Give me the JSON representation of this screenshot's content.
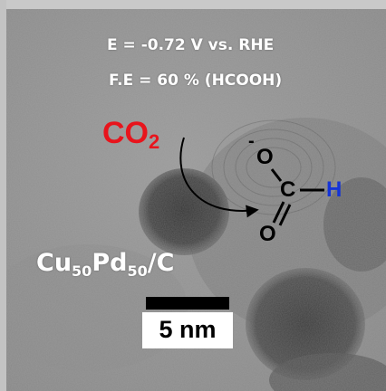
{
  "caption": {
    "potential": "E = -0.72 V vs. RHE",
    "faradaic_efficiency": "F.E = 60 % (HCOOH)"
  },
  "reactant": {
    "base": "CO",
    "subscript": "2",
    "color": "#e8141c"
  },
  "product": {
    "carbon": "C",
    "oxygen_top": "O",
    "oxygen_bottom": "O",
    "hydrogen": "H",
    "charge": "-",
    "hydrogen_color": "#1434d8",
    "bond_color": "#000000"
  },
  "material": {
    "el1": "Cu",
    "sub1": "50",
    "el2": "Pd",
    "sub2": "50",
    "support": "/C"
  },
  "scale_bar": {
    "label": "5 nm"
  },
  "colors": {
    "tem_background": "#8f8f8f",
    "particle_dark": "#3a3a3a",
    "text_white": "#ffffff"
  }
}
